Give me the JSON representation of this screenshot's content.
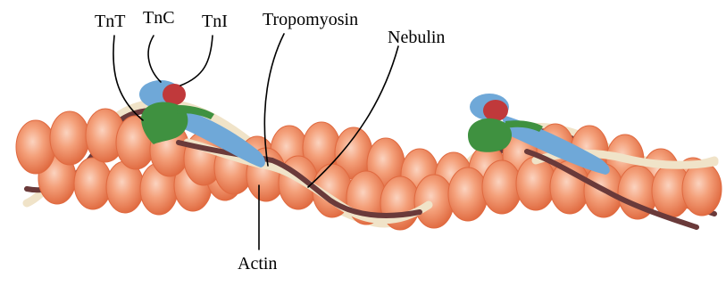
{
  "labels": {
    "tnt": "TnT",
    "tnc": "TnC",
    "tni": "TnI",
    "tropomyosin": "Tropomyosin",
    "nebulin": "Nebulin",
    "actin": "Actin"
  },
  "colors": {
    "actin_fill": "#f08a60",
    "actin_stroke": "#e06a40",
    "tropomyosin_strand": "#f0e3c8",
    "nebulin_strand": "#6a3a3a",
    "tnc": "#6fa8d8",
    "tni": "#c0393b",
    "tnt": "#3f9140",
    "leader": "#000000"
  }
}
